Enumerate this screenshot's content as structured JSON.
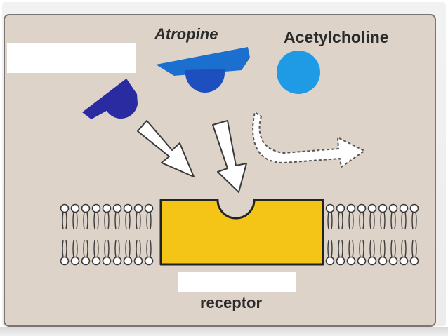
{
  "labels": {
    "atropine": "Atropine",
    "acetylcholine": "Acetylcholine",
    "receptor": "receptor"
  },
  "colors": {
    "background": "#ddd3c8",
    "antagonist_dark_blue": "#2a2ba0",
    "atropine_blue": "#1a6fcf",
    "atropine_knob": "#1d4fbf",
    "acetylcholine_light_blue": "#1f9be6",
    "receptor_yellow": "#f4c416",
    "membrane_outline": "#3a3a3a"
  },
  "icons": {
    "antagonist": "blue-ligand-shape",
    "atropine": "atropine-ligand-shape",
    "acetylcholine": "acetylcholine-circle",
    "arrows": [
      "white-down-arrow",
      "white-down-arrow",
      "dashed-curved-arrow"
    ],
    "receptor": "receptor-with-binding-pocket",
    "membrane": "phospholipid-bilayer"
  }
}
